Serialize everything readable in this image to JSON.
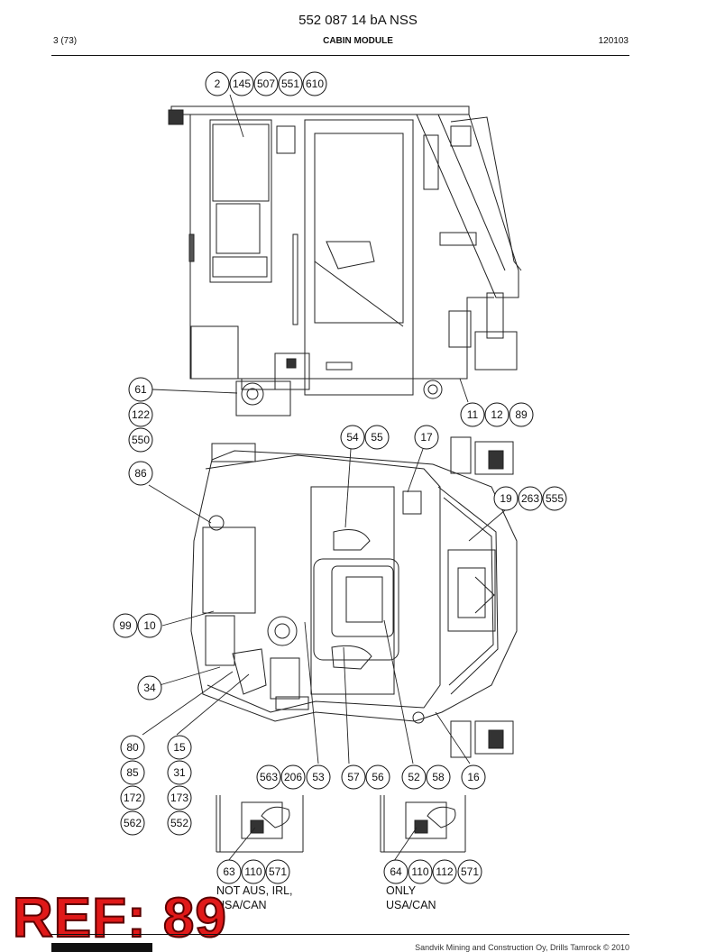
{
  "header": {
    "doc_number": "552 087 14 bA NSS",
    "page": "3 (73)",
    "section": "CABIN MODULE",
    "code": "120103"
  },
  "callouts": {
    "c2": "2",
    "c145": "145",
    "c507": "507",
    "c551": "551",
    "c610": "610",
    "c61": "61",
    "c122": "122",
    "c550": "550",
    "c11": "11",
    "c12": "12",
    "c89": "89",
    "c54": "54",
    "c55": "55",
    "c17": "17",
    "c86": "86",
    "c19": "19",
    "c263": "263",
    "c555": "555",
    "c99": "99",
    "c10": "10",
    "c34": "34",
    "c80": "80",
    "c85": "85",
    "c172": "172",
    "c562": "562",
    "c15": "15",
    "c31": "31",
    "c173": "173",
    "c552": "552",
    "c563": "563",
    "c206": "206",
    "c53": "53",
    "c57": "57",
    "c56": "56",
    "c52": "52",
    "c58": "58",
    "c16": "16",
    "c63": "63",
    "c110a": "110",
    "c571a": "571",
    "c64": "64",
    "c110b": "110",
    "c112": "112",
    "c571b": "571"
  },
  "notes": {
    "left": "NOT AUS, IRL,\nUSA/CAN",
    "right": "ONLY\nUSA/CAN"
  },
  "stamp": "REF: 89",
  "footer": {
    "copyright": "Sandvik Mining and Construction Oy, Drills Tamrock © 2010"
  }
}
